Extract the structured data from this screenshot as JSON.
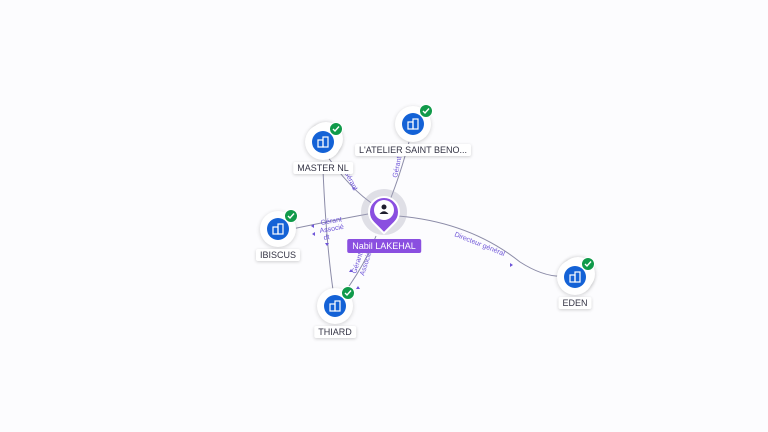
{
  "person": {
    "name": "Nabil LAKEHAL",
    "icon": "person-icon"
  },
  "companies": [
    {
      "id": "master",
      "name": "MASTER NL",
      "icon": "building-icon",
      "verified": true
    },
    {
      "id": "atelier",
      "name": "L'ATELIER SAINT BENO...",
      "icon": "building-icon",
      "verified": true
    },
    {
      "id": "ibiscus",
      "name": "IBISCUS",
      "icon": "building-icon",
      "verified": true
    },
    {
      "id": "thiard",
      "name": "THIARD",
      "icon": "building-icon",
      "verified": true
    },
    {
      "id": "eden",
      "name": "EDEN",
      "icon": "building-icon",
      "verified": true
    }
  ],
  "edges": {
    "master": "Gérant",
    "atelier": "Gérant",
    "ibiscus_1": "Gérant",
    "ibiscus_2": "Associé",
    "ibiscus_3": "dt",
    "thiard_1": "Gérant",
    "thiard_2": "Associé",
    "eden": "Directeur général"
  },
  "colors": {
    "person": "#8a4fe0",
    "company": "#1462d6",
    "verified": "#109a4a",
    "edge_label": "#6e55d8",
    "edge": "#8c8ca8"
  }
}
